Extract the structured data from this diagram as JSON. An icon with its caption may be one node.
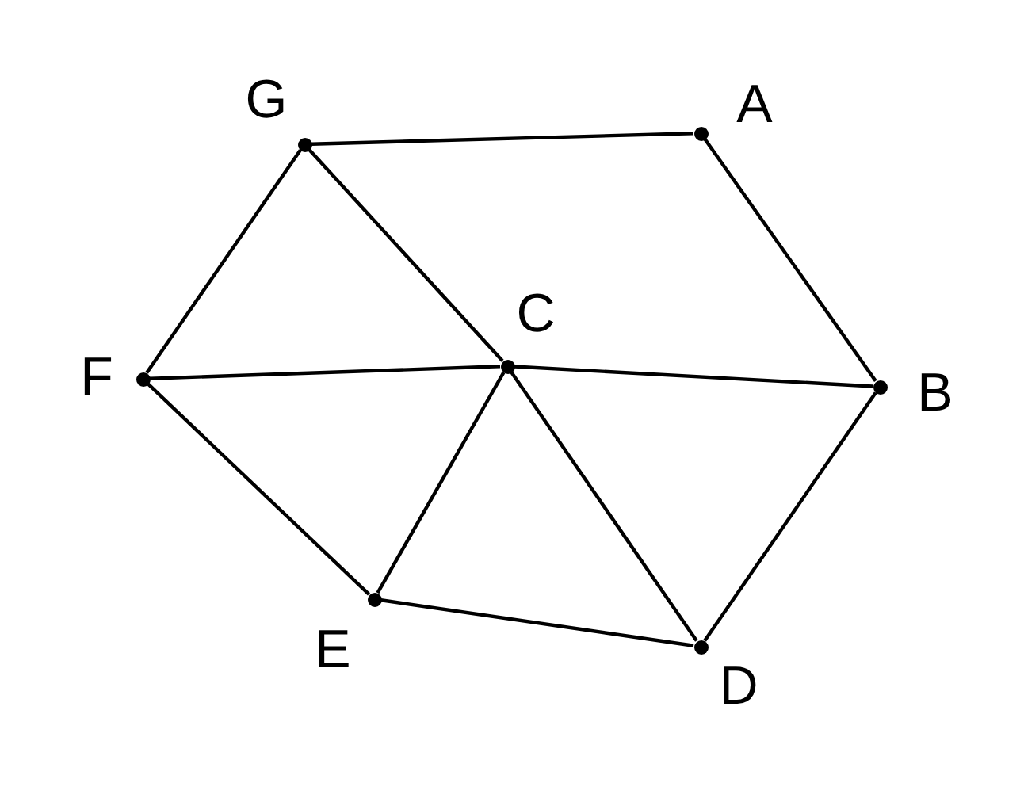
{
  "diagram": {
    "nodes": [
      {
        "text": [],
        "shape": "circle",
        "beside": [
          "G"
        ]
      },
      {
        "text": [],
        "shape": "circle",
        "beside": [
          "A"
        ]
      },
      {
        "text": [],
        "shape": "circle",
        "beside": [
          "F"
        ]
      },
      {
        "text": [],
        "shape": "circle",
        "beside": [
          "C"
        ]
      },
      {
        "text": [],
        "shape": "circle",
        "beside": [
          "B"
        ]
      },
      {
        "text": [],
        "shape": "circle",
        "beside": [
          "E"
        ]
      },
      {
        "text": [],
        "shape": "circle",
        "beside": [
          "D"
        ]
      }
    ],
    "edges": [
      {
        "from": 0,
        "to": 1,
        "arrow": "none"
      },
      {
        "from": 1,
        "to": 4,
        "arrow": "none"
      },
      {
        "from": 0,
        "to": 2,
        "arrow": "none"
      },
      {
        "from": 0,
        "to": 3,
        "arrow": "none"
      },
      {
        "from": 2,
        "to": 3,
        "arrow": "none"
      },
      {
        "from": 3,
        "to": 4,
        "arrow": "none"
      },
      {
        "from": 2,
        "to": 5,
        "arrow": "none"
      },
      {
        "from": 5,
        "to": 3,
        "arrow": "none"
      },
      {
        "from": 3,
        "to": 6,
        "arrow": "none"
      },
      {
        "from": 5,
        "to": 6,
        "arrow": "none"
      },
      {
        "from": 4,
        "to": 6,
        "arrow": "none"
      }
    ]
  }
}
